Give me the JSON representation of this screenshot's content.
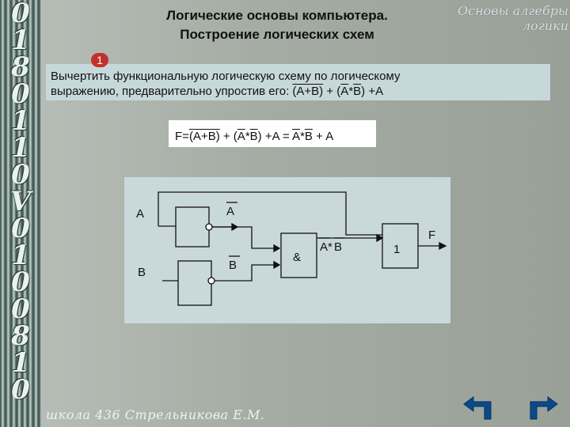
{
  "header": {
    "title_line1": "Логические основы компьютера.",
    "title_line2": "Построение логических схем",
    "topic": "Основы алгебры логики"
  },
  "left_digits": [
    "0",
    "1",
    "8",
    "0",
    "1",
    "1",
    "0",
    "V",
    "0",
    "1",
    "0",
    "0",
    "8",
    "1",
    "0"
  ],
  "task": {
    "number": "1",
    "line1": "Вычертить функциональную логическую схему по логическому",
    "line2_prefix": "выражению,  предварительно упростив его: ",
    "expr": {
      "a_plus_b": "(A+B)",
      "plus1": " + ",
      "paren_open": "(",
      "a": "A",
      "star": "*",
      "b": "B",
      "paren_close": ")",
      "tail": " +A"
    }
  },
  "formula": {
    "f_eq": "F=",
    "a_plus_b": "(A+B)",
    "mid": " + (",
    "a": "A",
    "star": "*",
    "b": "B",
    "close_plus_a_eq": ") +A = ",
    "res_a": "A",
    "res_star": "*",
    "res_b": "B",
    "end": " + A"
  },
  "schema": {
    "input_a": "A",
    "input_b": "B",
    "not_a": "A",
    "not_b": "B",
    "and_symbol": "&",
    "and_output_a": "A",
    "and_output_star": "*",
    "and_output_b": "B",
    "or_symbol": "1",
    "output": "F"
  },
  "footer": {
    "author": "школа 436 Стрельникова Е.М."
  },
  "nav": {
    "back": "back-arrow-icon",
    "forward": "forward-arrow-icon"
  }
}
